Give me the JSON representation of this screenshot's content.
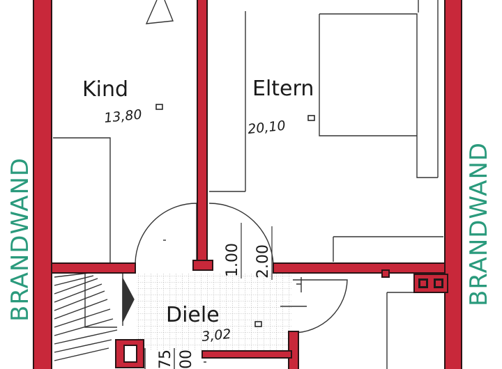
{
  "colors": {
    "wall_fill": "#c8283a",
    "wall_edge": "#2a1416",
    "line": "#333333",
    "firewall_text": "#2a9a7c",
    "hatch": "#9a9a9a"
  },
  "rooms": {
    "kind": {
      "name": "Kind",
      "area": "13,80"
    },
    "eltern": {
      "name": "Eltern",
      "area": "20,10"
    },
    "diele": {
      "name": "Diele",
      "area": "3,02"
    }
  },
  "dimensions": {
    "door_a": "1.00",
    "door_b": "2.00",
    "bottom_a": "75",
    "bottom_b": "00"
  },
  "firewall": {
    "left": "BRANDWAND",
    "right": "BRANDWAND"
  },
  "icons": {
    "area_marker": "square-superscript-icon"
  }
}
